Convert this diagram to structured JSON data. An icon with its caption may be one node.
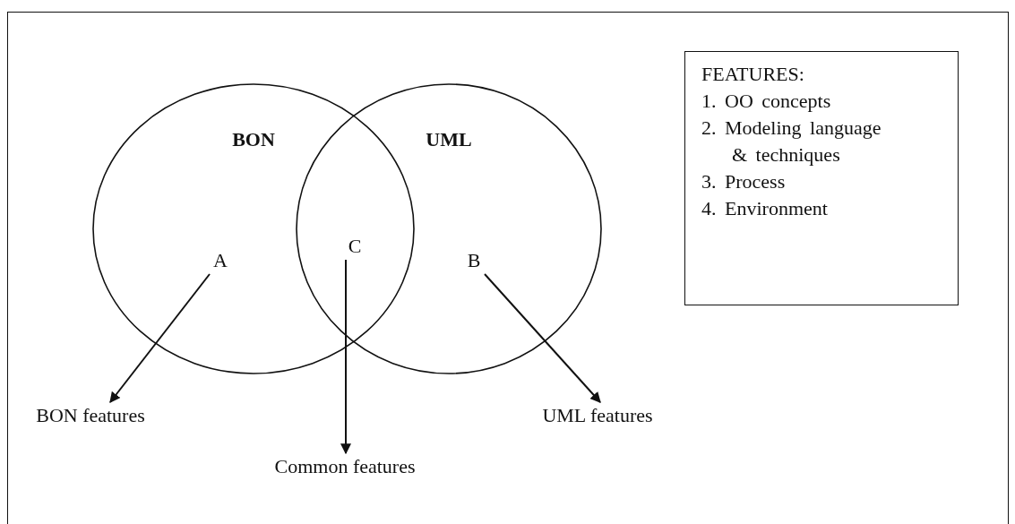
{
  "diagram": {
    "nodes": [
      {
        "text": [
          "BON"
        ]
      },
      {
        "text": [
          "UML"
        ]
      },
      {
        "text": [
          "A"
        ],
        "in": 0
      },
      {
        "text": [
          "C"
        ]
      },
      {
        "text": [
          "B"
        ],
        "in": 1
      },
      {
        "text": [
          "BON features"
        ]
      },
      {
        "text": [
          "Common features"
        ]
      },
      {
        "text": [
          "UML features"
        ]
      },
      {
        "text": [
          "FEATURES:",
          "1. OO concepts",
          "2. Modeling language & techniques",
          "3. Process",
          "4. Environment"
        ]
      }
    ],
    "edges": [
      {
        "from": 2,
        "to": 5,
        "arrow": "to"
      },
      {
        "from": 3,
        "to": 6,
        "arrow": "to"
      },
      {
        "from": 4,
        "to": 7,
        "arrow": "to"
      }
    ]
  }
}
